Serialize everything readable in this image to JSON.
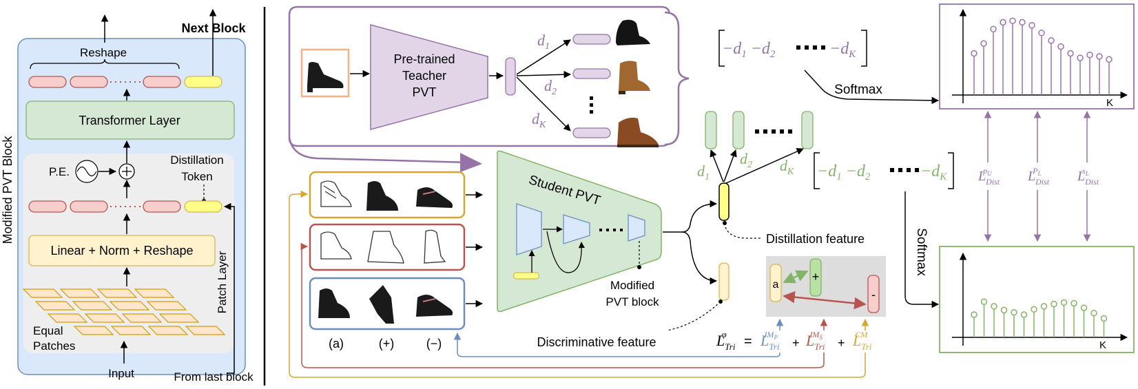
{
  "left": {
    "block_title": "Modified PVT Block",
    "next_block": "Next Block",
    "reshape": "Reshape",
    "transformer_layer": "Transformer Layer",
    "pe": "P.E.",
    "distillation_token_1": "Distillation",
    "distillation_token_2": "Token",
    "linear_norm_reshape": "Linear + Norm + Reshape",
    "patch_layer": "Patch Layer",
    "equal_patches_1": "Equal",
    "equal_patches_2": "Patches",
    "input": "Input",
    "from_last_block": "From last block"
  },
  "teacher": {
    "label_1": "Pre-trained",
    "label_2": "Teacher",
    "label_3": "PVT",
    "d1": "d",
    "d1_sub": "1",
    "d2": "d",
    "d2_sub": "2",
    "dk": "d",
    "dk_sub": "K",
    "vector": [
      "−d",
      "1",
      "−d",
      "2",
      "−d",
      "K"
    ],
    "softmax": "Softmax"
  },
  "student": {
    "label": "Student PVT",
    "modified_block_1": "Modified",
    "modified_block_2": "PVT block",
    "triplet_labels": [
      "(a)",
      "(+)",
      "(−)"
    ],
    "distillation_feature": "Distillation feature",
    "discriminative_feature": "Discriminative feature",
    "d1": "d",
    "d1_sub": "1",
    "d2": "d",
    "d2_sub": "2",
    "dk": "d",
    "dk_sub": "K",
    "vector": [
      "−d",
      "1",
      "−d",
      "2",
      "−d",
      "K"
    ],
    "softmax": "Softmax",
    "anchor": "a",
    "plus": "+",
    "minus": "-"
  },
  "loss": {
    "lhs": "L",
    "lhs_sub": "Tri",
    "lhs_sup": "φ",
    "eq": "=",
    "t1_sub": "Tri",
    "t1_sup": "IM",
    "t1_sup_sub": "P",
    "t2_sub": "Tri",
    "t2_sup": "IM",
    "t2_sup_sub": "S",
    "t3_sub": "Tri",
    "t3_sup": "CM",
    "plus": "+",
    "dist": [
      {
        "sub": "Dist",
        "sup": "p",
        "sup_sub": "U"
      },
      {
        "sub": "Dist",
        "sup": "P",
        "sup_sub": "L"
      },
      {
        "sub": "Dist",
        "sup": "s",
        "sup_sub": "L"
      }
    ]
  },
  "charts": {
    "axis_label": "K",
    "teacher_values": [
      0.55,
      0.68,
      0.87,
      0.96,
      0.98,
      0.96,
      0.92,
      0.82,
      0.72,
      0.64,
      0.55,
      0.49,
      0.53,
      0.51,
      0.47
    ],
    "student_values": [
      0.3,
      0.47,
      0.41,
      0.36,
      0.33,
      0.3,
      0.37,
      0.41,
      0.44,
      0.46,
      0.45,
      0.39,
      0.32,
      0.25
    ],
    "teacher_color": "#9b72aa",
    "student_color": "#82b366"
  },
  "colors": {
    "purple": "#9673a6",
    "purple_fill": "#e1d5e7",
    "green": "#82b366",
    "green_fill": "#d5e8d4",
    "blue": "#6c8ebf",
    "blue_fill": "#dae8fc",
    "red": "#b85450",
    "red_fill": "#f8cecc",
    "yellow": "#d6b656",
    "yellow_fill": "#fff2cc",
    "orange": "#f4b183"
  }
}
